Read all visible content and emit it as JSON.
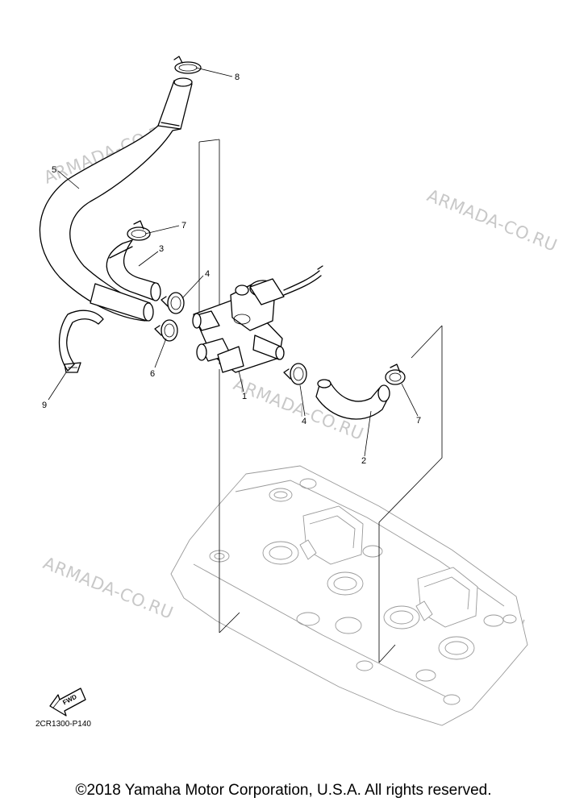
{
  "diagram": {
    "callouts": {
      "c1": "1",
      "c2": "2",
      "c3": "3",
      "c4a": "4",
      "c4b": "4",
      "c5": "5",
      "c6": "6",
      "c7a": "7",
      "c7b": "7",
      "c8": "8",
      "c9": "9"
    },
    "watermark": "ARMADA-CO.RU",
    "fwd_label": "FWD",
    "code": "2CR1300-P140"
  },
  "footer": {
    "copyright": "©2018 Yamaha Motor Corporation, U.S.A. All rights reserved."
  }
}
